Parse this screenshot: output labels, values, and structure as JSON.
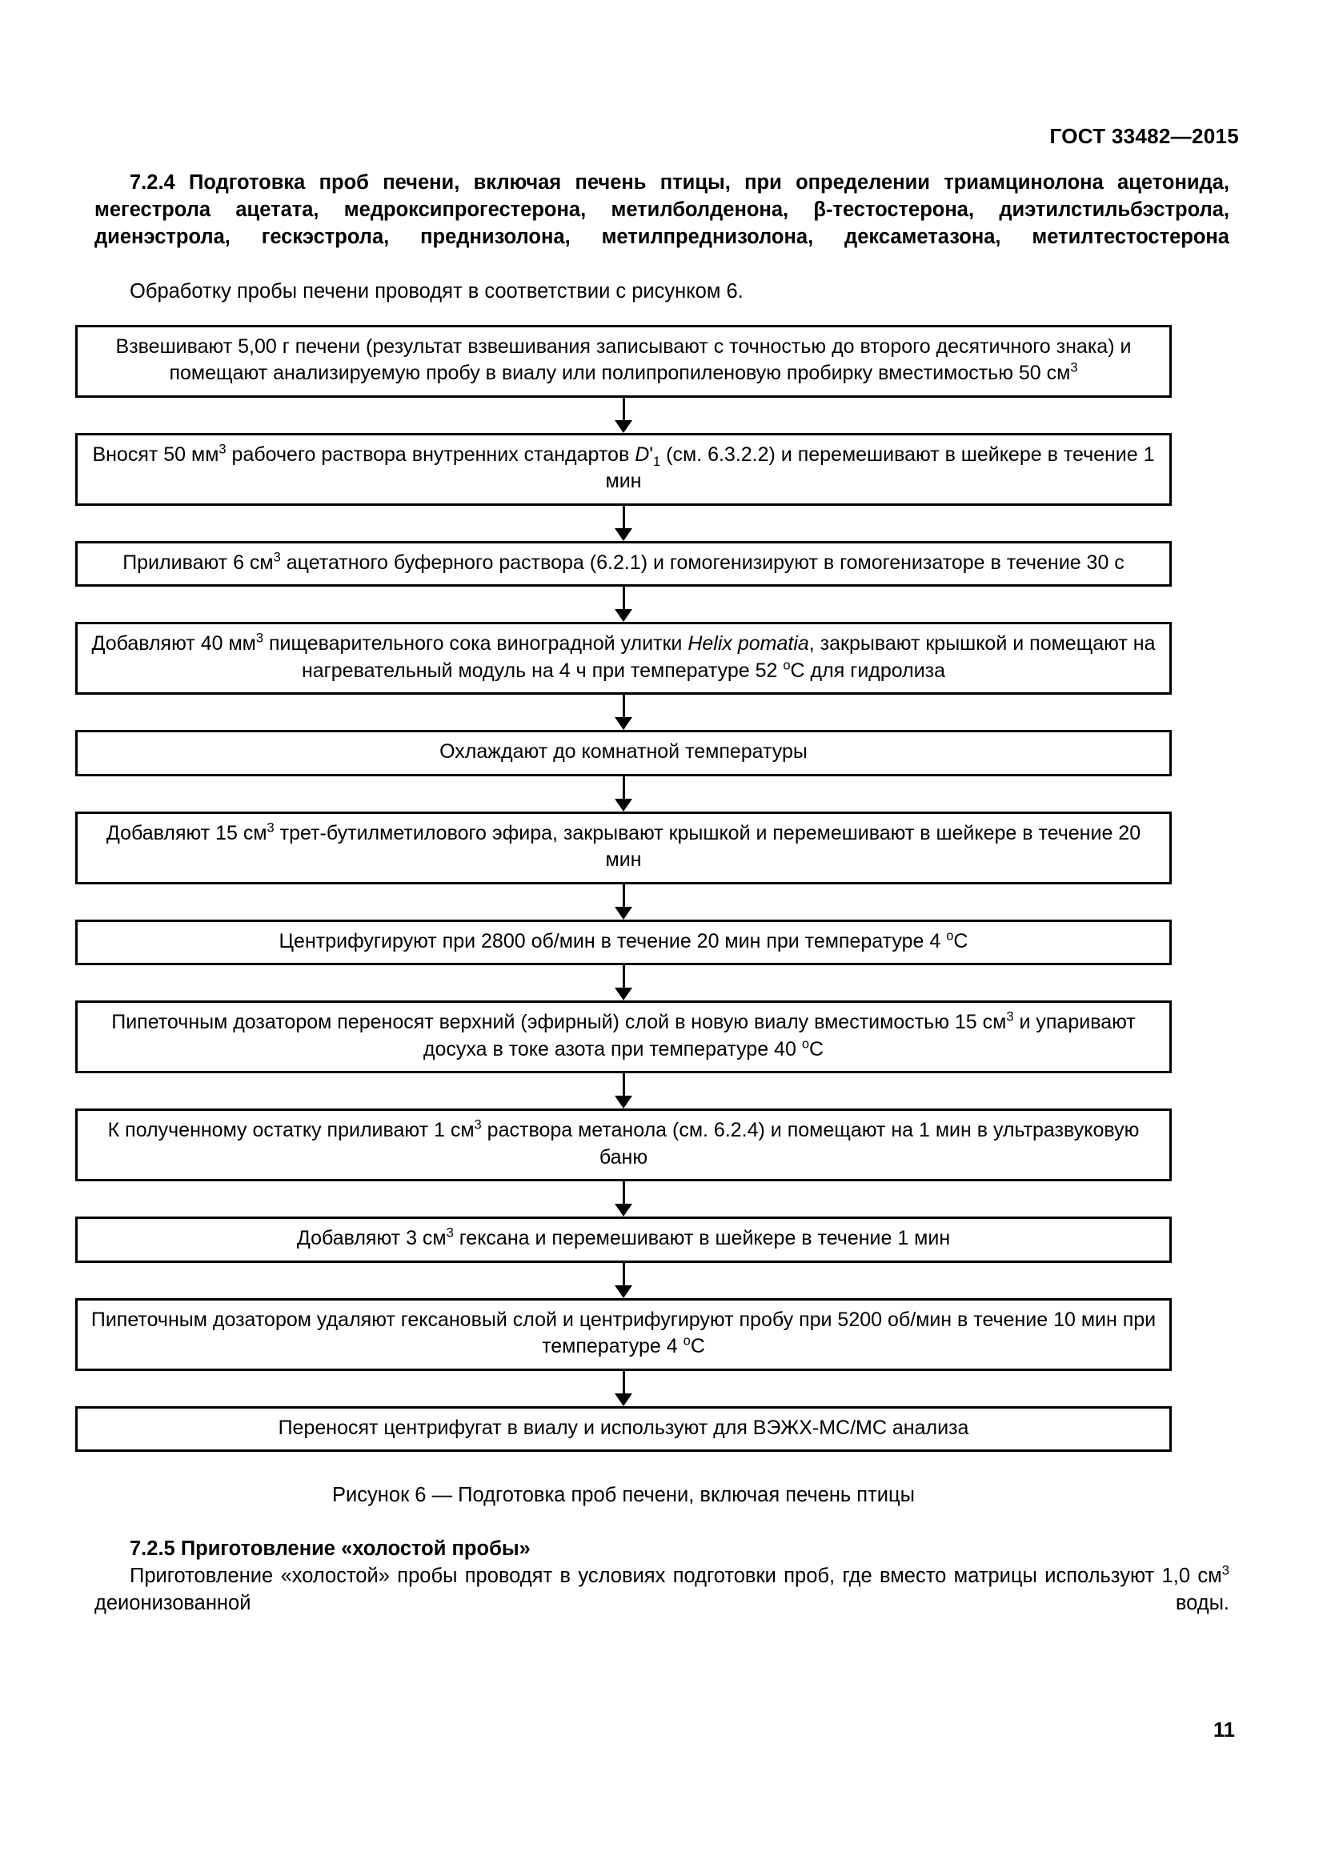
{
  "header": {
    "standard_number": "ГОСТ 33482—2015"
  },
  "page_number": "11",
  "clause_724": {
    "number": "7.2.4",
    "title": "Подготовка проб печени, включая печень птицы, при определении триамцинолона ацетонида, мегестрола ацетата, медроксипрогестерона, метилболденона, β-тестостерона, диэтилстильбэстрола, диенэстрола, гескэстрола, преднизолона, метилпреднизолона, дексаметазона, метилтестостерона",
    "intro": "Обработку пробы печени проводят в соответствии с рисунком 6."
  },
  "flowchart": {
    "caption": "Рисунок 6 — Подготовка проб печени, включая печень птицы",
    "steps": [
      {
        "id": "step-1",
        "text_parts": [
          {
            "t": "Взвешивают 5,00 г печени (результат взвешивания записывают с точностью до второго десятичного знака)  и помещают анализируемую пробу в виалу или полипропиленовую пробирку вместимостью 50 см"
          },
          {
            "t": "3",
            "style": "sup"
          }
        ],
        "plain": "Взвешивают 5,00 г печени (результат взвешивания записывают с точностью до второго десятичного знака) и помещают анализируемую пробу в виалу или полипропиленовую пробирку вместимостью 50 см3"
      },
      {
        "id": "step-2",
        "text_parts": [
          {
            "t": "Вносят 50 мм"
          },
          {
            "t": "3",
            "style": "sup"
          },
          {
            "t": " рабочего раствора внутренних стандартов "
          },
          {
            "t": "D",
            "style": "italic"
          },
          {
            "t": "'"
          },
          {
            "t": "1",
            "style": "sub"
          },
          {
            "t": " (см. 6.3.2.2) и перемешивают в шейкере в течение 1 мин"
          }
        ],
        "plain": "Вносят 50 мм3 рабочего раствора внутренних стандартов D'1 (см. 6.3.2.2) и перемешивают в шейкере в течение 1 мин"
      },
      {
        "id": "step-3",
        "text_parts": [
          {
            "t": "Приливают 6 см"
          },
          {
            "t": "3",
            "style": "sup"
          },
          {
            "t": " ацетатного буферного раствора (6.2.1) и гомогенизируют в гомогенизаторе в течение 30 с"
          }
        ],
        "plain": "Приливают 6 см3 ацетатного буферного раствора (6.2.1) и гомогенизируют в гомогенизаторе в течение 30 с"
      },
      {
        "id": "step-4",
        "text_parts": [
          {
            "t": "Добавляют 40 мм"
          },
          {
            "t": "3",
            "style": "sup"
          },
          {
            "t": " пищеварительного сока виноградной улитки "
          },
          {
            "t": "Helix pomatia",
            "style": "italic"
          },
          {
            "t": ", закрывают крышкой и помещают на нагревательный модуль на 4 ч  при температуре 52 "
          },
          {
            "t": "о",
            "style": "sup"
          },
          {
            "t": "С для гидролиза"
          }
        ],
        "plain": "Добавляют 40 мм3 пищеварительного сока виноградной улитки Helix pomatia, закрывают крышкой и помещают на нагревательный модуль на 4 ч при температуре 52 оС для гидролиза"
      },
      {
        "id": "step-5",
        "text_parts": [
          {
            "t": "Охлаждают до комнатной температуры"
          }
        ],
        "plain": "Охлаждают до комнатной температуры"
      },
      {
        "id": "step-6",
        "text_parts": [
          {
            "t": "Добавляют 15 см"
          },
          {
            "t": "3",
            "style": "sup"
          },
          {
            "t": " трет-бутилметилового эфира, закрывают крышкой и перемешивают в шейкере в течение 20 мин"
          }
        ],
        "plain": "Добавляют 15 см3 трет-бутилметилового эфира, закрывают крышкой и перемешивают в шейкере в течение 20 мин"
      },
      {
        "id": "step-7",
        "text_parts": [
          {
            "t": "Центрифугируют при 2800 об/мин в течение 20 мин при температуре 4 "
          },
          {
            "t": "о",
            "style": "sup"
          },
          {
            "t": "С"
          }
        ],
        "plain": "Центрифугируют при 2800 об/мин в течение 20 мин при температуре 4 оС"
      },
      {
        "id": "step-8",
        "text_parts": [
          {
            "t": "Пипеточным дозатором переносят верхний (эфирный) слой в новую виалу вместимостью 15 см"
          },
          {
            "t": "3",
            "style": "sup"
          },
          {
            "t": " и упаривают досуха в токе азота при температуре 40 "
          },
          {
            "t": "о",
            "style": "sup"
          },
          {
            "t": "С"
          }
        ],
        "plain": "Пипеточным дозатором переносят верхний (эфирный) слой в новую виалу вместимостью 15 см3 и упаривают досуха в токе азота при температуре 40 оС"
      },
      {
        "id": "step-9",
        "text_parts": [
          {
            "t": "К полученному остатку приливают  1 см"
          },
          {
            "t": "3",
            "style": "sup"
          },
          {
            "t": " раствора метанола (см. 6.2.4) и помещают на 1 мин в ультразвуковую баню"
          }
        ],
        "plain": "К полученному остатку приливают 1 см3 раствора метанола (см. 6.2.4) и помещают на 1 мин в ультразвуковую баню"
      },
      {
        "id": "step-10",
        "text_parts": [
          {
            "t": "Добавляют 3  см"
          },
          {
            "t": "3",
            "style": "sup"
          },
          {
            "t": " гексана и перемешивают в шейкере в течение 1 мин"
          }
        ],
        "plain": "Добавляют 3 см3 гексана и перемешивают в шейкере в течение 1 мин"
      },
      {
        "id": "step-11",
        "text_parts": [
          {
            "t": "Пипеточным дозатором удаляют гексановый слой и центрифугируют пробу при 5200 об/мин в течение 10 мин при температуре 4 "
          },
          {
            "t": "о",
            "style": "sup"
          },
          {
            "t": "С"
          }
        ],
        "plain": "Пипеточным дозатором удаляют гексановый слой и центрифугируют пробу при 5200 об/мин в течение 10 мин при температуре 4 оС"
      },
      {
        "id": "step-12",
        "text_parts": [
          {
            "t": "Переносят центрифугат в виалу и используют для ВЭЖХ-МС/МС анализа"
          }
        ],
        "plain": "Переносят центрифугат в виалу и используют для ВЭЖХ-МС/МС анализа"
      }
    ]
  },
  "clause_725": {
    "number": "7.2.5",
    "title": "Приготовление «холостой пробы»",
    "body_parts": [
      {
        "t": "Приготовление «холостой» пробы проводят в условиях подготовки проб, где вместо матрицы используют 1,0 см"
      },
      {
        "t": "3",
        "style": "sup"
      },
      {
        "t": " деионизованной воды."
      }
    ],
    "body_plain": "Приготовление «холостой» пробы проводят в условиях подготовки проб, где вместо матрицы используют 1,0 см3 деионизованной воды."
  }
}
